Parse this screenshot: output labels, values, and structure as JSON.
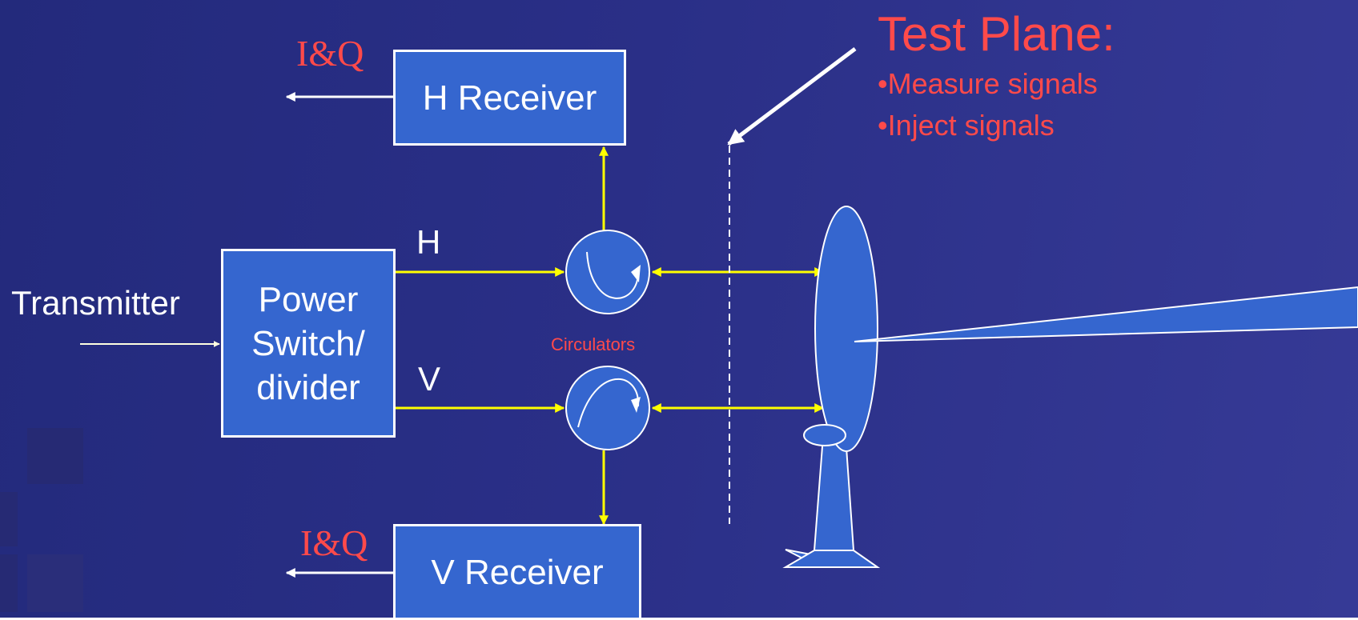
{
  "diagram": {
    "boxes": {
      "h_receiver": "H Receiver",
      "v_receiver": "V Receiver",
      "power_divider": [
        "Power",
        "Switch/",
        "divider"
      ]
    },
    "labels": {
      "iq_top": "I&Q",
      "iq_bottom": "I&Q",
      "transmitter": "Transmitter",
      "h": "H",
      "v": "V",
      "circulators": "Circulators"
    },
    "test_plane": {
      "title": "Test Plane:",
      "bullets": [
        "•Measure signals",
        "•Inject signals"
      ]
    }
  },
  "colors": {
    "background": "#2a2f87",
    "box_fill": "#3566cf",
    "signal_line": "#ffff00",
    "accent_text": "#ff4a4a",
    "outline": "#ffffff"
  }
}
